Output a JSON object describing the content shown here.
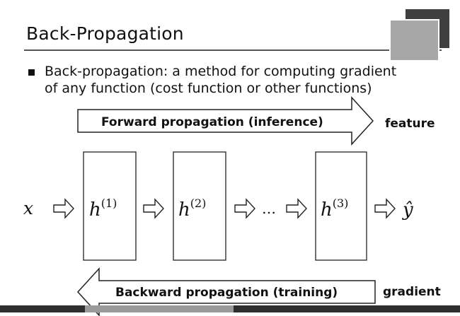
{
  "slide": {
    "title": "Back-Propagation",
    "bullet": {
      "line1": "Back-propagation: a method for computing gradient",
      "line2": "of any function (cost function or other functions)"
    }
  },
  "diagram": {
    "forward_arrow_label": "Forward propagation (inference)",
    "forward_side_label": "feature",
    "backward_arrow_label": "Backward propagation (training)",
    "backward_side_label": "gradient",
    "input_symbol": "x",
    "layers": [
      {
        "base": "h",
        "sup": "(1)"
      },
      {
        "base": "h",
        "sup": "(2)"
      },
      {
        "base": "h",
        "sup": "(3)"
      }
    ],
    "ellipsis": "…",
    "output_symbol": "ŷ"
  }
}
